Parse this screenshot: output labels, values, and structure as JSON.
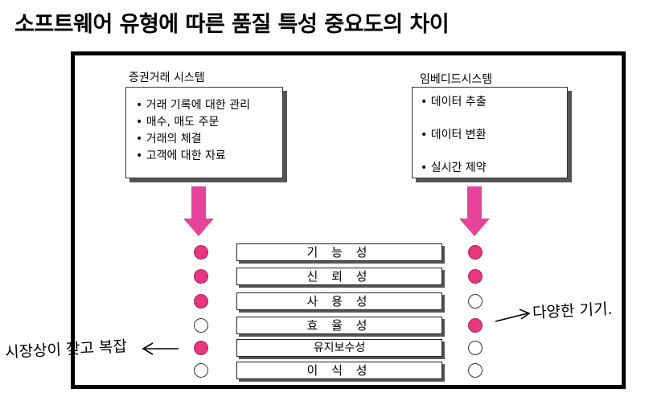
{
  "title": "소프트웨어 유형에 따른 품질 특성 중요도의 차이",
  "left_system": {
    "name": "증권거래 시스템",
    "items": [
      "거래 기록에 대한 관리",
      "매수, 매도 주문",
      "거래의 체결",
      "고객에 대한 자료"
    ]
  },
  "right_system": {
    "name": "임베디드시스템",
    "items": [
      "데이터 추출",
      "데이터 변환",
      "실시간 제약"
    ]
  },
  "quality_attributes": [
    {
      "name": "기 능 성",
      "left_important": true,
      "right_important": true
    },
    {
      "name": "신 뢰 성",
      "left_important": true,
      "right_important": true
    },
    {
      "name": "사 용 성",
      "left_important": true,
      "right_important": false
    },
    {
      "name": "효 율 성",
      "left_important": false,
      "right_important": true
    },
    {
      "name": "유지보수성",
      "left_important": true,
      "right_important": false
    },
    {
      "name": "이 식 성",
      "left_important": false,
      "right_important": false
    }
  ],
  "handwritten_left": "시장상이 잦고 복잡",
  "handwritten_right": "다양한 기기.",
  "colors": {
    "accent": "#e6377f",
    "arrow": "#e6449a"
  }
}
